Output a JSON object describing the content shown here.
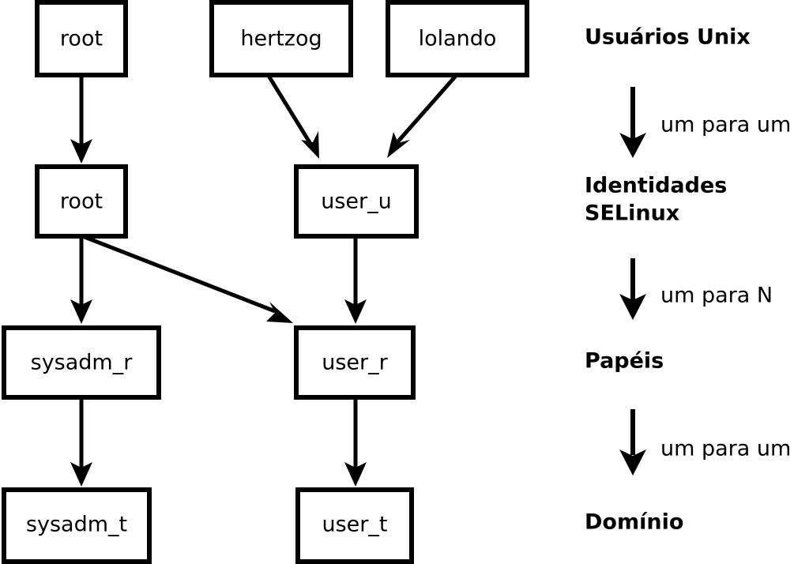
{
  "diagram": {
    "title_text": "",
    "background_color": "#ffffff",
    "stroke_color": "#000000",
    "nodes": [
      {
        "id": "unix_root",
        "label": "root",
        "layer": "unix-users"
      },
      {
        "id": "unix_hertzog",
        "label": "hertzog",
        "layer": "unix-users"
      },
      {
        "id": "unix_lolando",
        "label": "lolando",
        "layer": "unix-users"
      },
      {
        "id": "id_root",
        "label": "root",
        "layer": "selinux-identities"
      },
      {
        "id": "id_user_u",
        "label": "user_u",
        "layer": "selinux-identities"
      },
      {
        "id": "role_sysadm",
        "label": "sysadm_r",
        "layer": "roles"
      },
      {
        "id": "role_user",
        "label": "user_r",
        "layer": "roles"
      },
      {
        "id": "dom_sysadm",
        "label": "sysadm_t",
        "layer": "domains"
      },
      {
        "id": "dom_user",
        "label": "user_t",
        "layer": "domains"
      }
    ],
    "edges": [
      {
        "from": "unix_root",
        "to": "id_root"
      },
      {
        "from": "unix_hertzog",
        "to": "id_user_u"
      },
      {
        "from": "unix_lolando",
        "to": "id_user_u"
      },
      {
        "from": "id_root",
        "to": "role_sysadm"
      },
      {
        "from": "id_root",
        "to": "role_user"
      },
      {
        "from": "id_user_u",
        "to": "role_user"
      },
      {
        "from": "role_sysadm",
        "to": "dom_sysadm"
      },
      {
        "from": "role_user",
        "to": "dom_user"
      }
    ]
  },
  "legend": {
    "levels": [
      {
        "id": "level-unix-users",
        "label": "Usuários Unix"
      },
      {
        "id": "level-selinux-identities",
        "label_line1": "Identidades",
        "label_line2": "SELinux"
      },
      {
        "id": "level-roles",
        "label": "Papéis"
      },
      {
        "id": "level-domains",
        "label": "Domínio"
      }
    ],
    "relations": [
      {
        "id": "relation-unix-to-identity",
        "label": "um para um"
      },
      {
        "id": "relation-identity-to-role",
        "label": "um para N"
      },
      {
        "id": "relation-role-to-domain",
        "label": "um para um"
      }
    ]
  }
}
